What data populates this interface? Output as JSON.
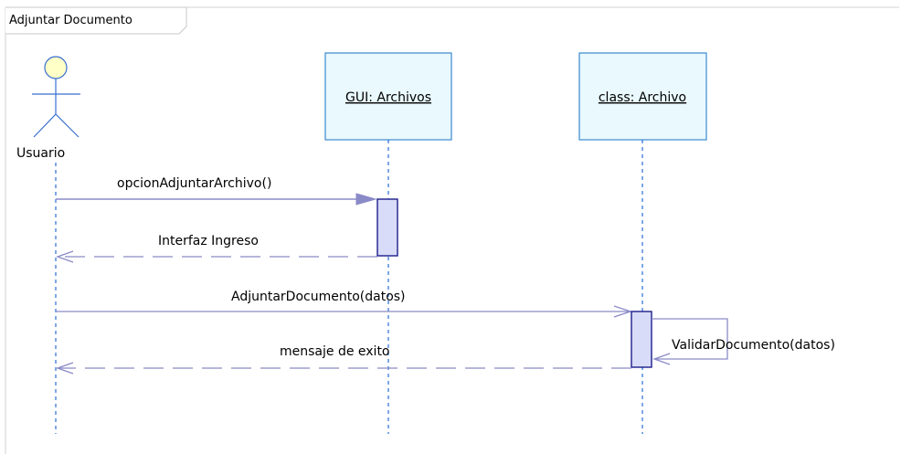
{
  "frame": {
    "title": "Adjuntar Documento"
  },
  "actor": {
    "name": "Usuario"
  },
  "lifelines": [
    {
      "label": "GUI: Archivos"
    },
    {
      "label": "class: Archivo"
    }
  ],
  "messages": [
    {
      "label": "opcionAdjuntarArchivo()",
      "kind": "sync"
    },
    {
      "label": "Interfaz Ingreso",
      "kind": "return"
    },
    {
      "label": "AdjuntarDocumento(datos)",
      "kind": "async"
    },
    {
      "label": "ValidarDocumento(datos)",
      "kind": "self"
    },
    {
      "label": "mensaje de exito",
      "kind": "return"
    }
  ],
  "colors": {
    "line": "#8a8ac8",
    "lifeline": "#2a6fd6",
    "box_fill": "#e9f9fd",
    "box_border": "#3a8ad0",
    "activation_fill": "#d8dcf8",
    "activation_border": "#1d1d8c",
    "actor_head": "#ffffc8"
  }
}
